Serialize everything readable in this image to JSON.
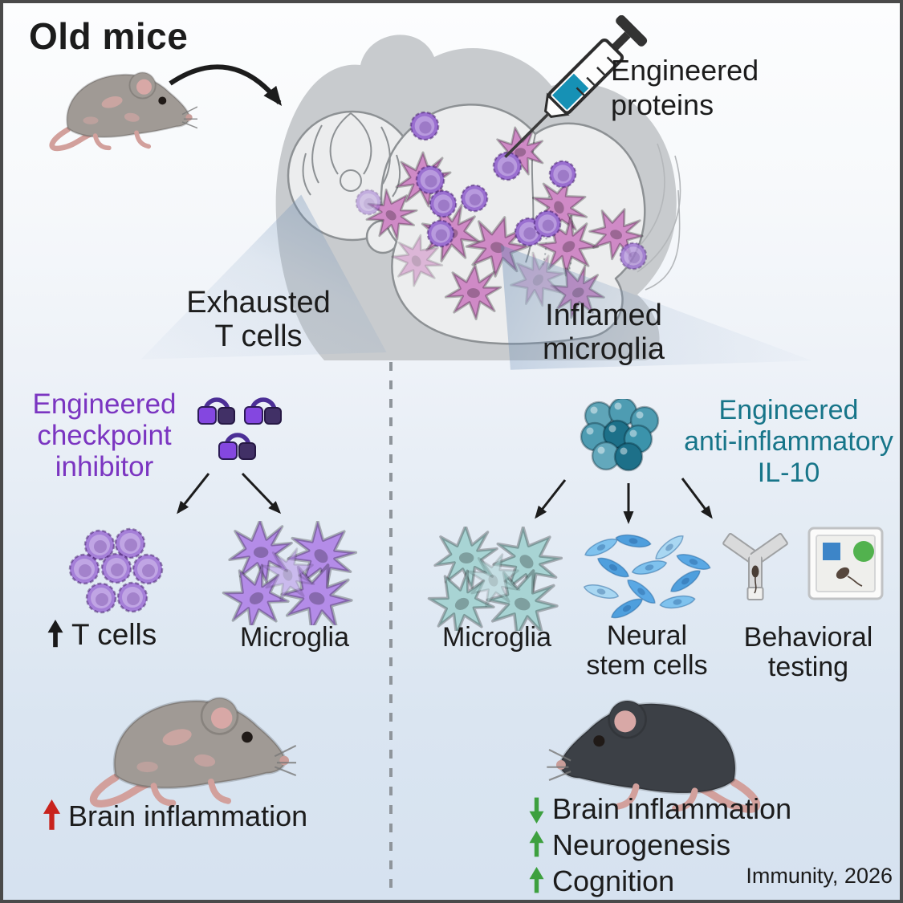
{
  "colors": {
    "purple": "#7b35c1",
    "teal": "#177589",
    "red": "#c8231d",
    "green": "#3da03f",
    "syringe_fluid": "#1691b5"
  },
  "header": {
    "title": "Old mice",
    "proteins1": "Engineered",
    "proteins2": "proteins"
  },
  "left": {
    "source1": "Exhausted",
    "source2": "T cells",
    "treat1": "Engineered",
    "treat2": "checkpoint",
    "treat3": "inhibitor",
    "tcells": "T cells",
    "microglia": "Microglia",
    "outcome": "Brain inflammation"
  },
  "right": {
    "source1": "Inflamed",
    "source2": "microglia",
    "treat1": "Engineered",
    "treat2": "anti-inflammatory",
    "treat3": "IL-10",
    "microglia": "Microglia",
    "nsc1": "Neural",
    "nsc2": "stem cells",
    "behav1": "Behavioral",
    "behav2": "testing",
    "outcome1": "Brain inflammation",
    "outcome2": "Neurogenesis",
    "outcome3": "Cognition"
  },
  "footer": {
    "citation": "Immunity, 2026"
  }
}
